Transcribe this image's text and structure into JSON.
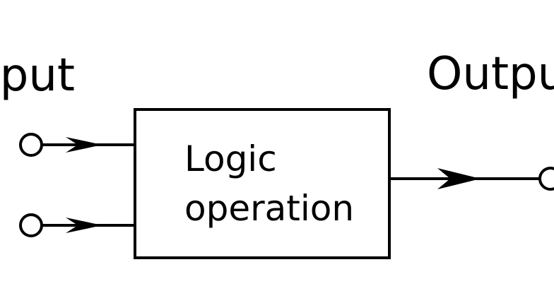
{
  "diagram": {
    "input_label": "Input",
    "output_label": "Output",
    "box_line1": "Logic",
    "box_line2": "operation"
  },
  "colors": {
    "stroke": "#000000",
    "background": "#ffffff"
  }
}
